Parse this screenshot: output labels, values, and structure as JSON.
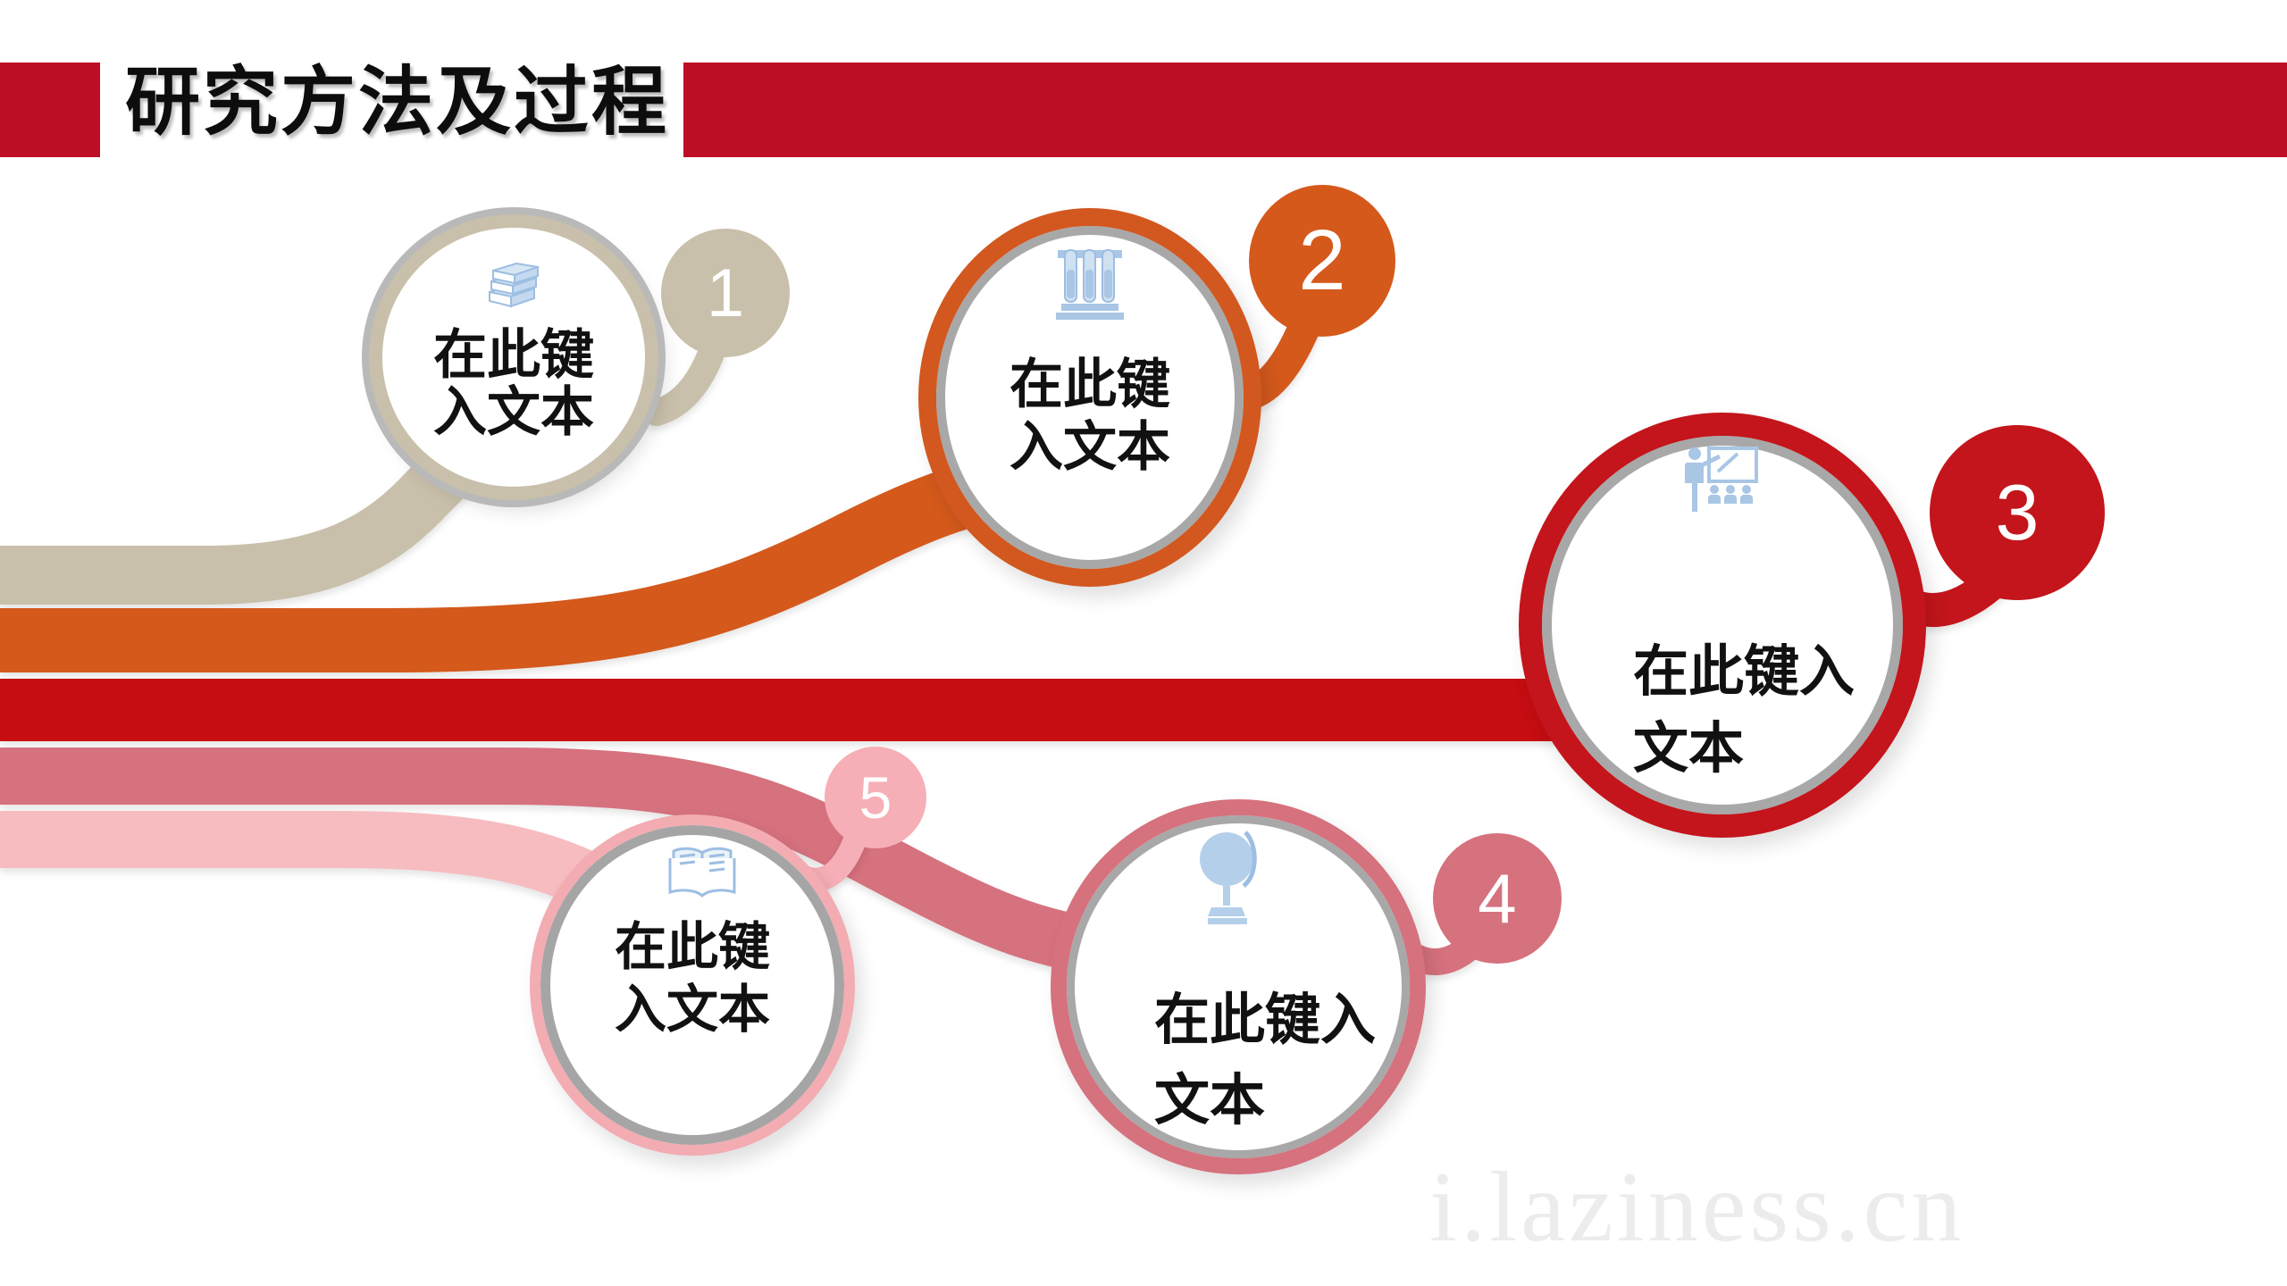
{
  "slide": {
    "title": "研究方法及过程",
    "watermark": "i.laziness.cn"
  },
  "colors": {
    "header_red": "#BD0E26",
    "band_red": "#C50D12",
    "tan": "#C9C0AB",
    "orange": "#D4591B",
    "node_red": "#C3151B",
    "rose": "#D6717E",
    "light_pink": "#F6AFB6",
    "gray_ring": "#A8A8A8",
    "icon_blue": "#A9C6E5",
    "text_black": "#111111",
    "number_white": "#FFFFFF"
  },
  "nodes": [
    {
      "number": "1",
      "color": "#C9C0AB",
      "icon": "books-stack-icon",
      "line1": "在此键",
      "line2": "入文本"
    },
    {
      "number": "2",
      "color": "#D4591B",
      "icon": "test-tubes-icon",
      "line1": "在此键",
      "line2": "入文本"
    },
    {
      "number": "3",
      "color": "#C3151B",
      "icon": "presentation-teacher-icon",
      "line1": "在此键入",
      "line2": "文本"
    },
    {
      "number": "4",
      "color": "#D6717E",
      "icon": "globe-icon",
      "line1": "在此键入",
      "line2": "文本"
    },
    {
      "number": "5",
      "color": "#F6AFB6",
      "icon": "open-book-icon",
      "line1": "在此键",
      "line2": "入文本"
    }
  ]
}
